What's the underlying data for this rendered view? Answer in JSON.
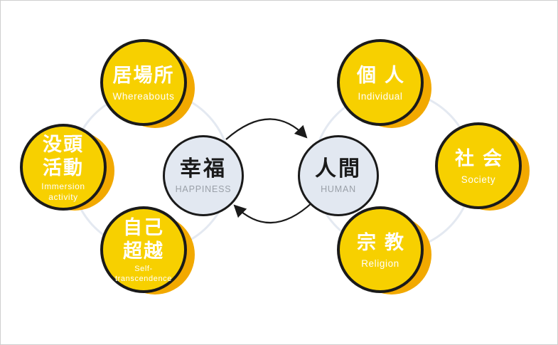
{
  "colors": {
    "accent": "#f7d000",
    "accent_shadow": "#f2a900",
    "outline": "#1a1a1a",
    "center_fill": "#e2e8f1",
    "ring_line": "#e4e9f1"
  },
  "center": {
    "happiness": {
      "jp": "幸福",
      "en": "HAPPINESS"
    },
    "human": {
      "jp": "人間",
      "en": "HUMAN"
    }
  },
  "left_nodes": {
    "whereabouts": {
      "jp": "居場所",
      "en": "Whereabouts"
    },
    "immersion": {
      "jp1": "没頭",
      "jp2": "活動",
      "en1": "Immersion",
      "en2": "activity"
    },
    "self_transcendence": {
      "jp1": "自己",
      "jp2": "超越",
      "en1": "Self-",
      "en2": "transcendence"
    }
  },
  "right_nodes": {
    "individual": {
      "jp": "個人",
      "en": "Individual"
    },
    "society": {
      "jp": "社会",
      "en": "Society"
    },
    "religion": {
      "jp": "宗教",
      "en": "Religion"
    }
  }
}
